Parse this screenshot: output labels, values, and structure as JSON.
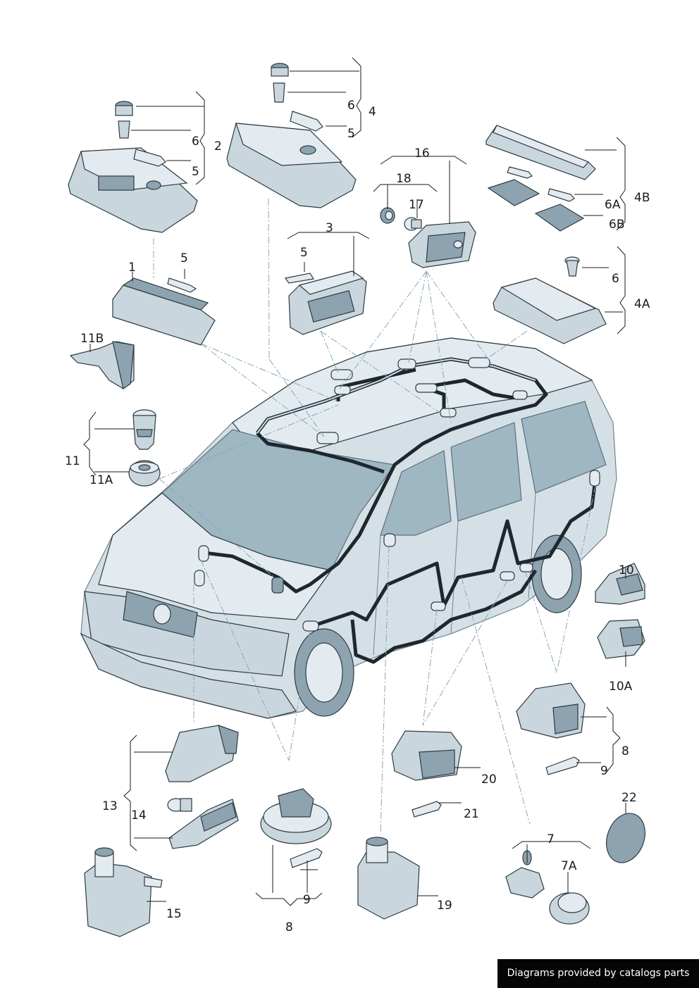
{
  "labels": {
    "l1": "1",
    "l2": "2",
    "l3": "3",
    "l4": "4",
    "l4a": "4A",
    "l4b": "4B",
    "l5a": "5",
    "l5b": "5",
    "l5c": "5",
    "l5d": "5",
    "l6a": "6",
    "l6b": "6",
    "l6c": "6",
    "l6a2": "6A",
    "l6b2": "6B",
    "l7": "7",
    "l7a": "7A",
    "l8a": "8",
    "l8b": "8",
    "l9a": "9",
    "l9b": "9",
    "l10": "10",
    "l10a": "10A",
    "l11": "11",
    "l11a": "11A",
    "l11b": "11B",
    "l13": "13",
    "l14": "14",
    "l15": "15",
    "l16": "16",
    "l17": "17",
    "l18": "18",
    "l19": "19",
    "l20": "20",
    "l21": "21",
    "l22": "22"
  },
  "credit": "Diagrams provided by catalogs parts"
}
